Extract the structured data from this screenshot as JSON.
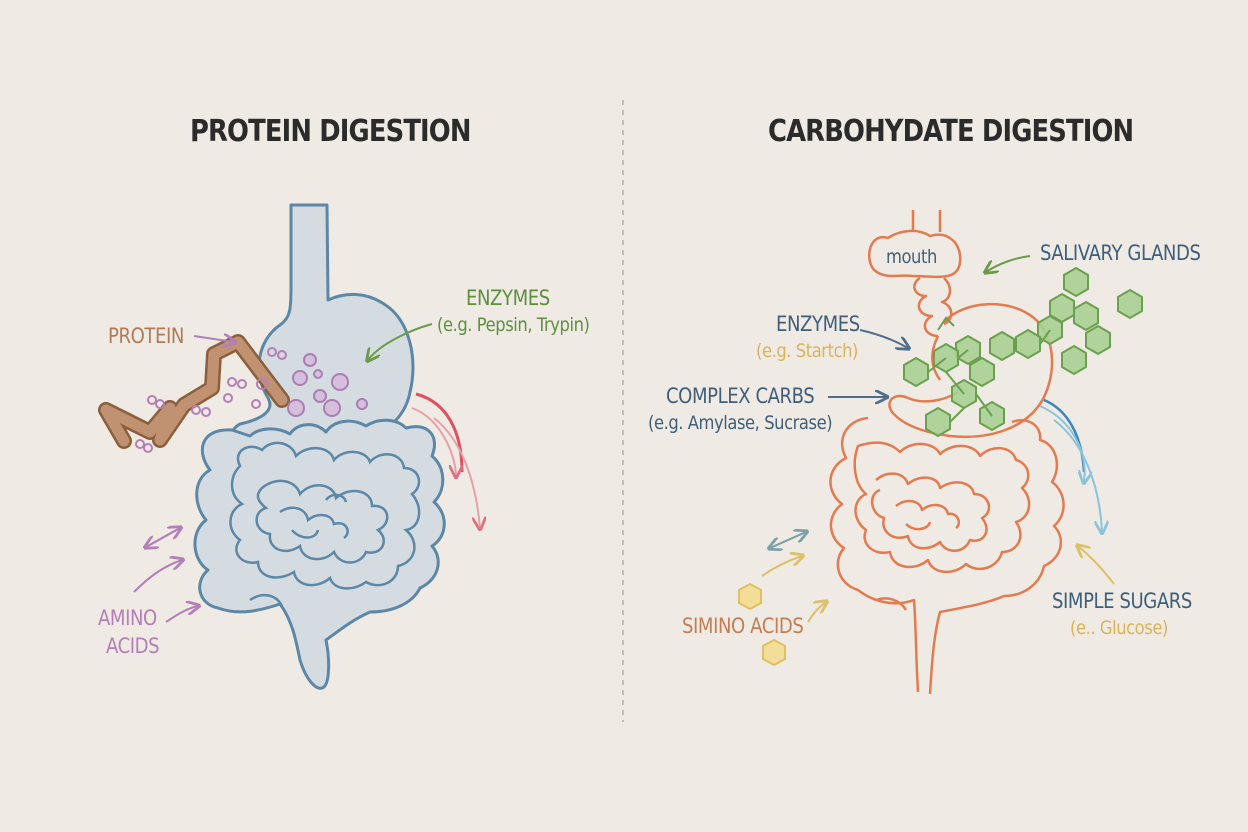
{
  "left": {
    "title": "PROTEIN DIGESTION",
    "protein": "PROTEIN",
    "enzymes": "ENZYMES",
    "enzymes_example": "(e.g. Pepsin, Trypin)",
    "amino_line1": "AMINO",
    "amino_line2": "ACIDS"
  },
  "right": {
    "title": "CARBOHYDATE DIGESTION",
    "mouth": "mouth",
    "salivary": "SALIVARY GLANDS",
    "enzymes": "ENZYMES",
    "enzymes_example": "(e.g. Startch)",
    "complex": "COMPLEX CARBS",
    "complex_example": "(e.g. Amylase, Sucrase)",
    "simino": "SIMINO ACIDS",
    "simple": "SIMPLE SUGARS",
    "simple_example": "(e.. Glucose)"
  },
  "colors": {
    "background": "#efebe4",
    "protein_organ_stroke": "#5c87a6",
    "protein_organ_fill": "#d4dce2",
    "protein_brown": "#b98560",
    "amino_purple": "#b27fb6",
    "enzyme_green": "#5d8f3e",
    "carb_orange": "#e57a4f",
    "carb_green": "#8fbd73",
    "blue_label": "#3e5e7a",
    "yellow_label": "#d9b25e"
  }
}
